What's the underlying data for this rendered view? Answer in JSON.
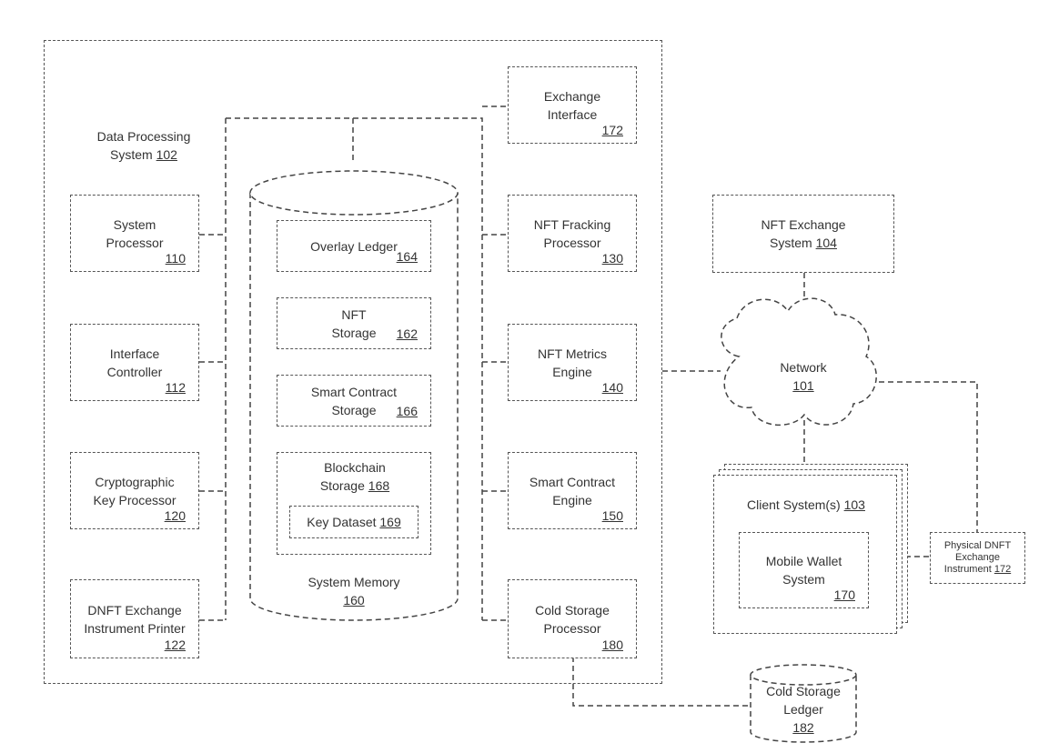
{
  "data_processing_system": {
    "line1": "Data Processing",
    "line2": "System",
    "ref": "102"
  },
  "system_processor": {
    "line1": "System",
    "line2": "Processor",
    "ref": "110"
  },
  "interface_controller": {
    "line1": "Interface",
    "line2": "Controller",
    "ref": "112"
  },
  "crypto_key_processor": {
    "line1": "Cryptographic",
    "line2": "Key Processor",
    "ref": "120"
  },
  "dnft_printer": {
    "line1": "DNFT Exchange",
    "line2": "Instrument Printer",
    "ref": "122"
  },
  "overlay_ledger": {
    "label": "Overlay Ledger",
    "ref": "164"
  },
  "nft_storage": {
    "line1": "NFT",
    "line2": "Storage",
    "ref": "162"
  },
  "smart_contract_storage": {
    "line1": "Smart Contract",
    "line2": "Storage",
    "ref": "166"
  },
  "blockchain_storage": {
    "line1": "Blockchain",
    "line2": "Storage",
    "ref": "168"
  },
  "key_dataset": {
    "label": "Key Dataset",
    "ref": "169"
  },
  "system_memory": {
    "label": "System Memory",
    "ref": "160"
  },
  "exchange_interface": {
    "line1": "Exchange",
    "line2": "Interface",
    "ref": "172"
  },
  "nft_fracking_processor": {
    "line1": "NFT Fracking",
    "line2": "Processor",
    "ref": "130"
  },
  "nft_metrics_engine": {
    "line1": "NFT Metrics",
    "line2": "Engine",
    "ref": "140"
  },
  "smart_contract_engine": {
    "line1": "Smart Contract",
    "line2": "Engine",
    "ref": "150"
  },
  "cold_storage_processor": {
    "line1": "Cold Storage",
    "line2": "Processor",
    "ref": "180"
  },
  "nft_exchange_system": {
    "line1": "NFT Exchange",
    "line2": "System",
    "ref": "104"
  },
  "network": {
    "label": "Network",
    "ref": "101"
  },
  "client_systems": {
    "label": "Client System(s)",
    "ref": "103"
  },
  "mobile_wallet": {
    "line1": "Mobile Wallet",
    "line2": "System",
    "ref": "170"
  },
  "physical_dnft": {
    "line1": "Physical DNFT",
    "line2": "Exchange",
    "line3": "Instrument",
    "ref": "172"
  },
  "cold_storage_ledger": {
    "line1": "Cold Storage",
    "line2": "Ledger",
    "ref": "182"
  }
}
